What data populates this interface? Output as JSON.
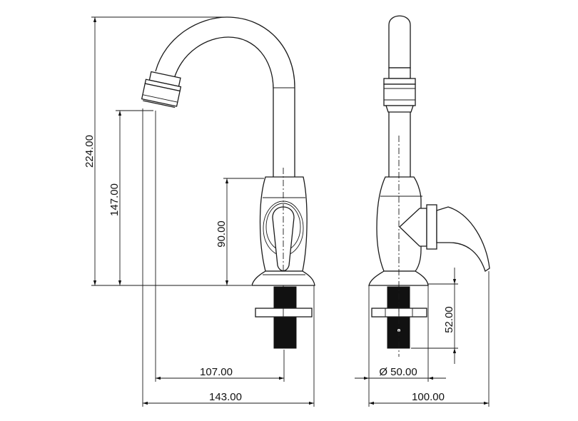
{
  "drawing": {
    "views": [
      "front",
      "side"
    ],
    "dimensions": {
      "total_height": "224.00",
      "spout_outlet_height": "147.00",
      "body_height": "90.00",
      "spout_reach": "107.00",
      "overall_width_front": "143.00",
      "thread_length": "52.00",
      "base_diameter": "Ø 50.00",
      "overall_width_side": "100.00"
    },
    "line_color": "#1a1a1a",
    "background": "#ffffff"
  }
}
